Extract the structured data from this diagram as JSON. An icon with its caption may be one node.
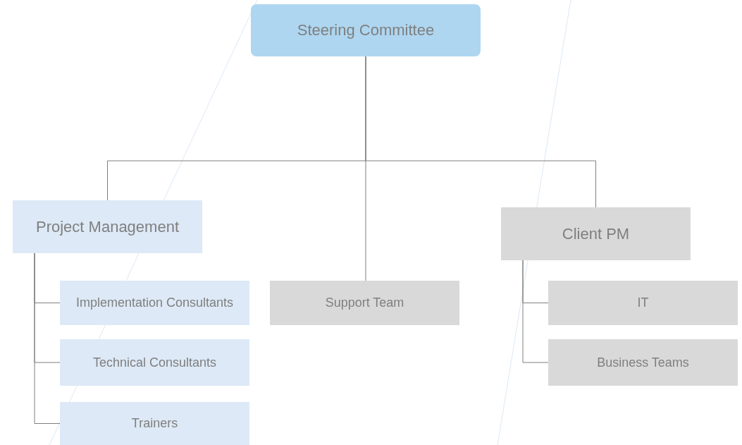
{
  "diagram": {
    "nodes": [
      {
        "text": [
          "Steering Committee"
        ]
      },
      {
        "text": [
          "Project Management"
        ]
      },
      {
        "text": [
          "Implementation Consultants"
        ]
      },
      {
        "text": [
          "Technical Consultants"
        ]
      },
      {
        "text": [
          "Trainers"
        ]
      },
      {
        "text": [
          "Support Team"
        ]
      },
      {
        "text": [
          "Client PM"
        ]
      },
      {
        "text": [
          "IT"
        ]
      },
      {
        "text": [
          "Business Teams"
        ]
      }
    ],
    "edges": [
      {
        "from": 0,
        "to": 1,
        "arrow": "none"
      },
      {
        "from": 0,
        "to": 5,
        "arrow": "none"
      },
      {
        "from": 0,
        "to": 6,
        "arrow": "none"
      },
      {
        "from": 1,
        "to": 2,
        "arrow": "none"
      },
      {
        "from": 1,
        "to": 3,
        "arrow": "none"
      },
      {
        "from": 1,
        "to": 4,
        "arrow": "none"
      },
      {
        "from": 6,
        "to": 7,
        "arrow": "none"
      },
      {
        "from": 6,
        "to": 8,
        "arrow": "none"
      }
    ]
  }
}
